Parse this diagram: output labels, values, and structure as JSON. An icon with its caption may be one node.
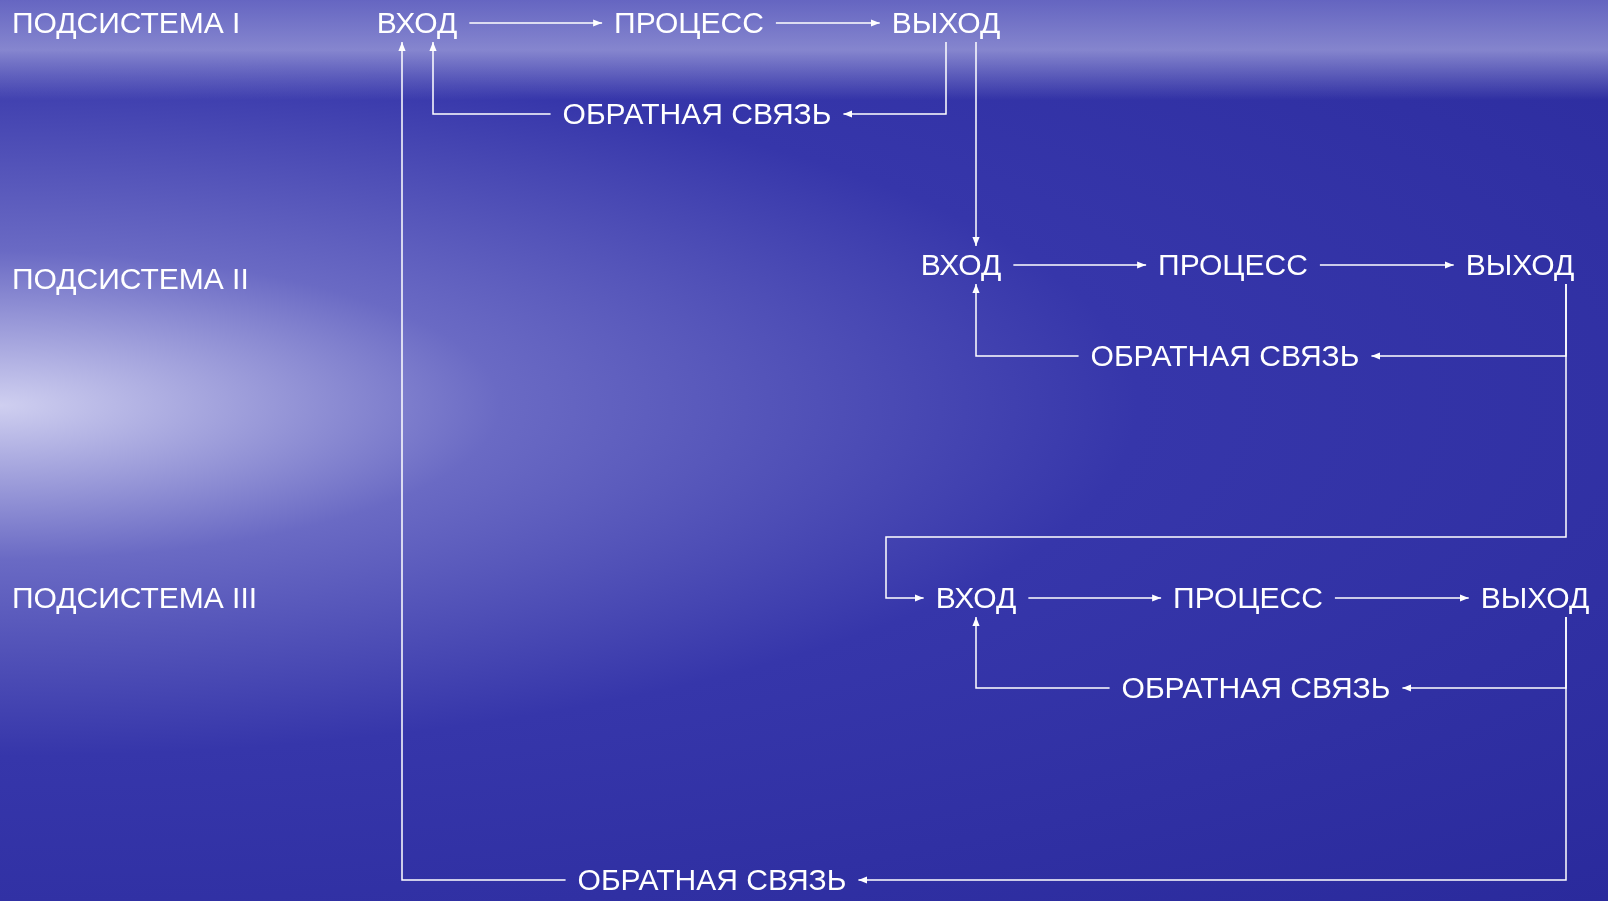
{
  "diagram": {
    "nodes": [
      {
        "text": [
          "ВХОД"
        ]
      },
      {
        "text": [
          "ПРОЦЕСС"
        ]
      },
      {
        "text": [
          "ВЫХОД"
        ]
      },
      {
        "text": [
          "ОБРАТНАЯ СВЯЗЬ"
        ]
      },
      {
        "text": [
          "ВХОД"
        ]
      },
      {
        "text": [
          "ПРОЦЕСС"
        ]
      },
      {
        "text": [
          "ВЫХОД"
        ]
      },
      {
        "text": [
          "ОБРАТНАЯ СВЯЗЬ"
        ]
      },
      {
        "text": [
          "ВХОД"
        ]
      },
      {
        "text": [
          "ПРОЦЕСС"
        ]
      },
      {
        "text": [
          "ВЫХОД"
        ]
      },
      {
        "text": [
          "ОБРАТНАЯ СВЯЗЬ"
        ]
      },
      {
        "text": [
          "ОБРАТНАЯ СВЯЗЬ"
        ]
      }
    ],
    "edges": [
      {
        "from": 0,
        "to": 1,
        "arrow": "to"
      },
      {
        "from": 1,
        "to": 2,
        "arrow": "to"
      },
      {
        "from": 2,
        "to": 3,
        "arrow": "to"
      },
      {
        "from": 3,
        "to": 0,
        "arrow": "to"
      },
      {
        "from": 2,
        "to": 4,
        "arrow": "to"
      },
      {
        "from": 4,
        "to": 5,
        "arrow": "to"
      },
      {
        "from": 5,
        "to": 6,
        "arrow": "to"
      },
      {
        "from": 6,
        "to": 7,
        "arrow": "to"
      },
      {
        "from": 7,
        "to": 4,
        "arrow": "to"
      },
      {
        "from": 6,
        "to": 8,
        "arrow": "to"
      },
      {
        "from": 8,
        "to": 9,
        "arrow": "to"
      },
      {
        "from": 9,
        "to": 10,
        "arrow": "to"
      },
      {
        "from": 10,
        "to": 11,
        "arrow": "to"
      },
      {
        "from": 11,
        "to": 8,
        "arrow": "to"
      },
      {
        "from": 10,
        "to": 12,
        "arrow": "to"
      },
      {
        "from": 12,
        "to": 0,
        "arrow": "to"
      }
    ],
    "labels": [
      "ПОДСИСТЕМА I",
      "ПОДСИСТЕМА II",
      "ПОДСИСТЕМА III"
    ]
  }
}
